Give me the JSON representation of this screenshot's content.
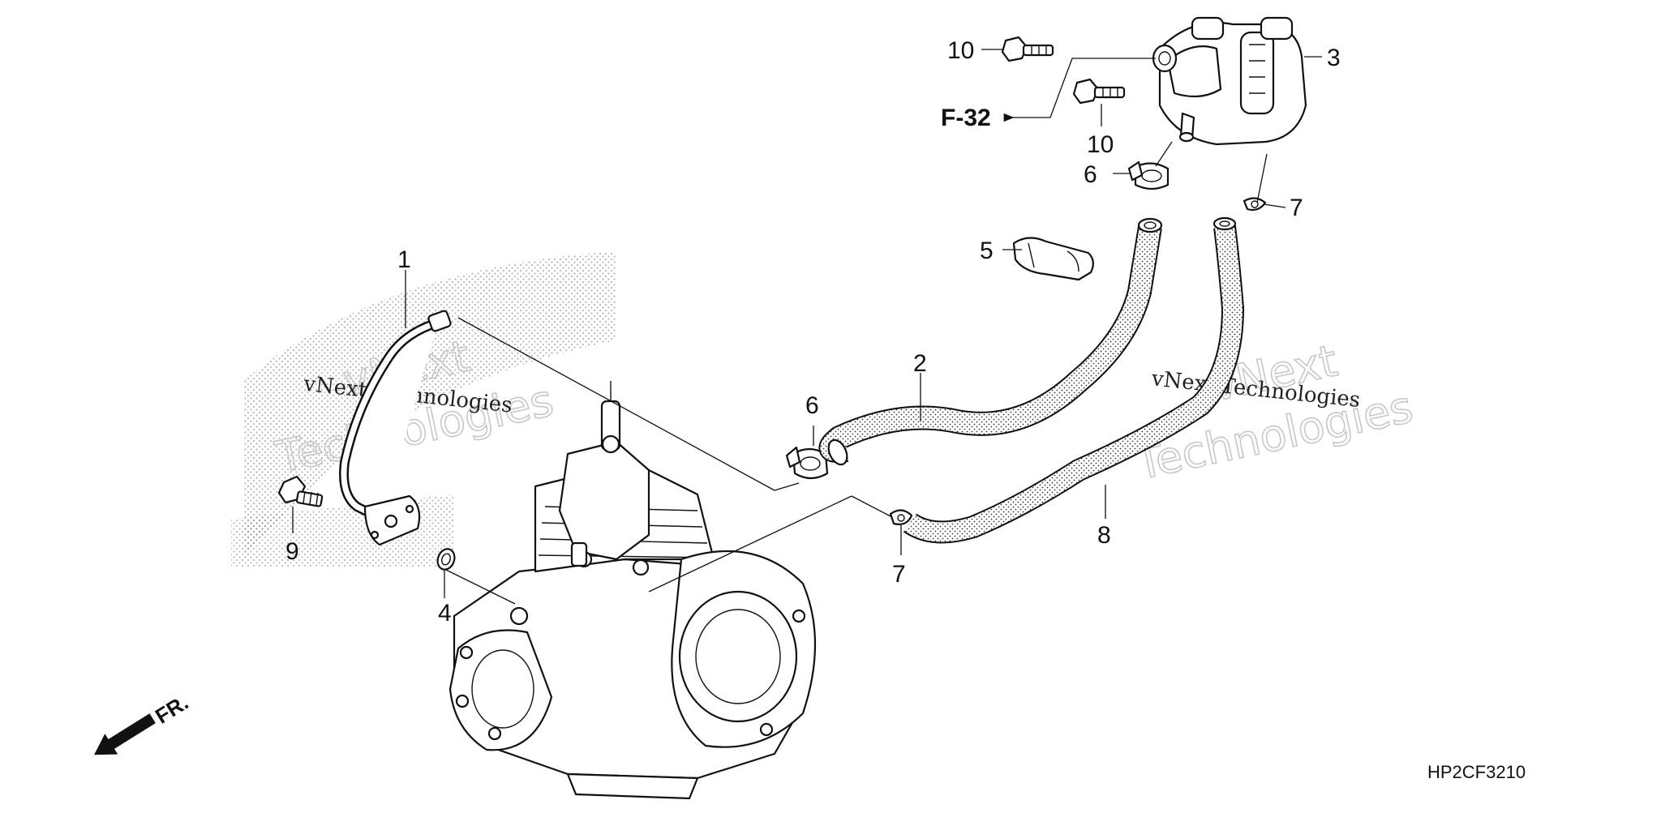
{
  "diagram": {
    "part_callouts": [
      "1",
      "2",
      "3",
      "4",
      "5",
      "6",
      "6",
      "7",
      "7",
      "8",
      "9",
      "10",
      "10"
    ],
    "reference_label": "F-32",
    "direction_label": "FR.",
    "diagram_code": "HP2CF3210",
    "watermark": {
      "line_1": "vNext Technologies",
      "line_2": "vNext",
      "line_3": "Technologies"
    }
  }
}
